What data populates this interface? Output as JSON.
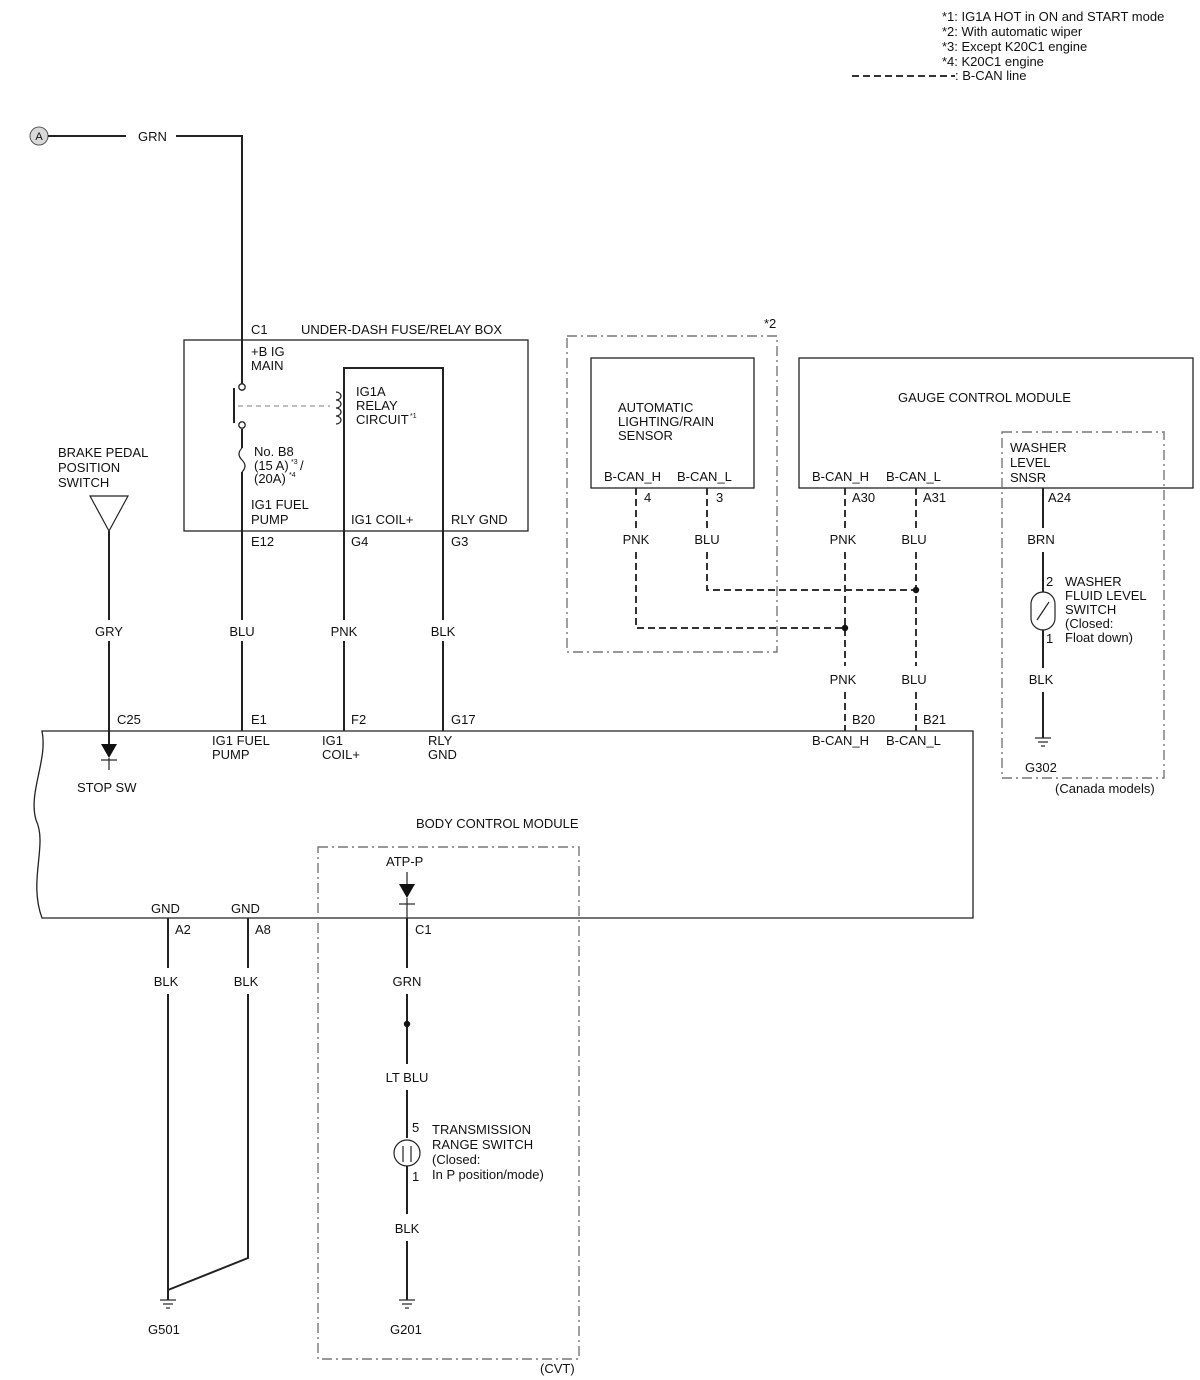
{
  "notes": [
    "*1: IG1A HOT in ON and START mode",
    "*2: With automatic wiper",
    "*3: Except K20C1 engine",
    "*4: K20C1 engine",
    ": B-CAN line"
  ],
  "connector_a": {
    "letter": "A",
    "wire": "GRN"
  },
  "fuse_box": {
    "title": "UNDER-DASH FUSE/RELAY BOX",
    "c1": "C1",
    "bplus_1": "+B IG",
    "bplus_2": "MAIN",
    "relay_1": "IG1A",
    "relay_2": "RELAY",
    "relay_3": "CIRCUIT",
    "relay_note": "*1",
    "fuse_1": "No. B8",
    "fuse_2": "(15 A)",
    "fuse_2_note": "*3",
    "fuse_2_sep": "/",
    "fuse_3": "(20A)",
    "fuse_3_note": "*4",
    "pin1_1": "IG1 FUEL",
    "pin1_2": "PUMP",
    "pin2": "IG1 COIL+",
    "pin3": "RLY GND",
    "e12": "E12",
    "g4": "G4",
    "g3": "G3"
  },
  "brake_switch": {
    "l1": "BRAKE PEDAL",
    "l2": "POSITION",
    "l3": "SWITCH",
    "wire": "GRY"
  },
  "mid_wires": {
    "blu": "BLU",
    "pnk": "PNK",
    "blk": "BLK"
  },
  "sensor": {
    "marker": "*2",
    "l1": "AUTOMATIC",
    "l2": "LIGHTING/RAIN",
    "l3": "SENSOR",
    "pin_h": "B-CAN_H",
    "pin_l": "B-CAN_L",
    "num_h": "4",
    "num_l": "3",
    "wire_h": "PNK",
    "wire_l": "BLU"
  },
  "gauge": {
    "title": "GAUGE CONTROL MODULE",
    "pin_h": "B-CAN_H",
    "pin_l": "B-CAN_L",
    "a30": "A30",
    "a31": "A31",
    "wire_h": "PNK",
    "wire_l": "BLU",
    "wire_h2": "PNK",
    "wire_l2": "BLU"
  },
  "washer": {
    "l1": "WASHER",
    "l2": "LEVEL",
    "l3": "SNSR",
    "a24": "A24",
    "wire_top": "BRN",
    "pin2": "2",
    "pin1": "1",
    "sw1": "WASHER",
    "sw2": "FLUID LEVEL",
    "sw3": "SWITCH",
    "sw4": "(Closed:",
    "sw5": "Float down)",
    "wire_bottom": "BLK",
    "ground": "G302",
    "region": "(Canada models)"
  },
  "bcm": {
    "title": "BODY CONTROL MODULE",
    "c25": "C25",
    "stop_sw": "STOP SW",
    "e1": "E1",
    "e1_1": "IG1 FUEL",
    "e1_2": "PUMP",
    "f2": "F2",
    "f2_1": "IG1",
    "f2_2": "COIL+",
    "g17": "G17",
    "g17_1": "RLY",
    "g17_2": "GND",
    "b20": "B20",
    "b21": "B21",
    "b20_label": "B-CAN_H",
    "b21_label": "B-CAN_L",
    "gnd_1": "GND",
    "gnd_2": "GND",
    "a2": "A2",
    "a8": "A8",
    "atp": "ATP-P",
    "c1": "C1"
  },
  "ground_left": {
    "wire_1": "BLK",
    "wire_2": "BLK",
    "ground": "G501"
  },
  "cvt": {
    "wire_1": "GRN",
    "wire_2": "LT BLU",
    "pin5": "5",
    "pin1": "1",
    "sw1": "TRANSMISSION",
    "sw2": "RANGE SWITCH",
    "sw3": "(Closed:",
    "sw4": "In P position/mode)",
    "wire_3": "BLK",
    "ground": "G201",
    "region": "(CVT)"
  }
}
